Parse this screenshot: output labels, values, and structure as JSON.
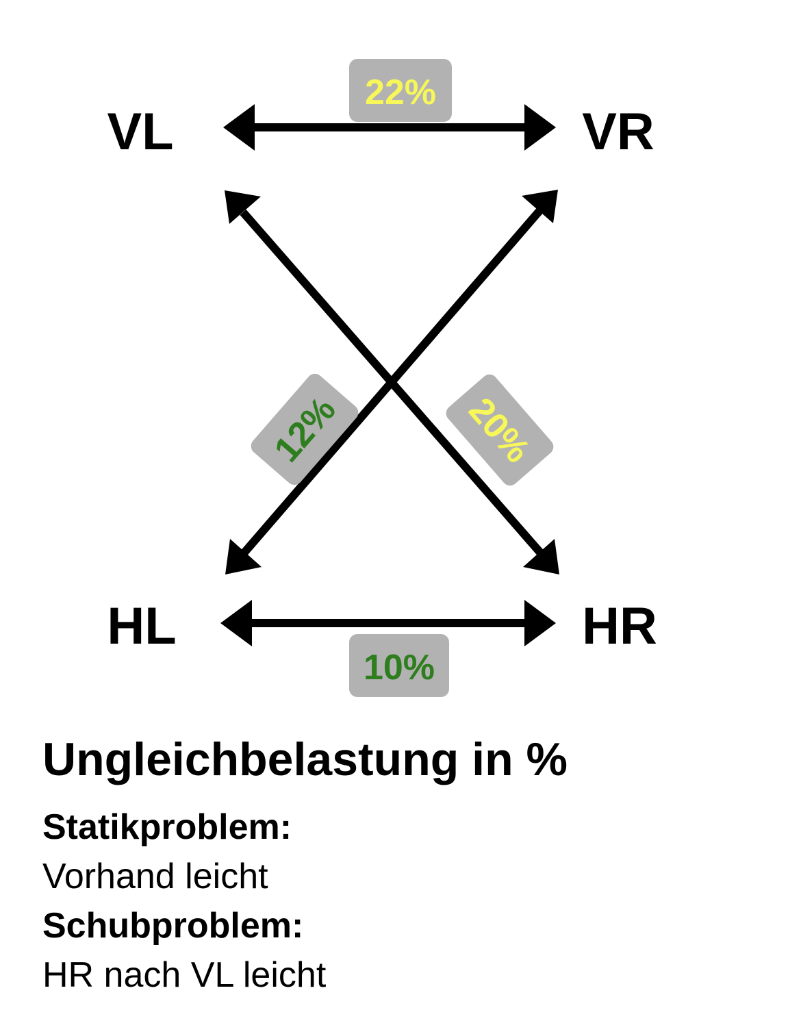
{
  "labels": {
    "front_left": "VL",
    "front_right": "VR",
    "hind_left": "HL",
    "hind_right": "HR"
  },
  "percentages": {
    "front": {
      "text": "22%",
      "color": "#f7f75a"
    },
    "hind": {
      "text": "10%",
      "color": "#2e7d1e"
    },
    "diag_hl_vr": {
      "text": "12%",
      "color": "#2e7d1e"
    },
    "diag_vl_hr": {
      "text": "20%",
      "color": "#f7f75a"
    }
  },
  "caption": {
    "title": "Ungleichbelastung in %",
    "static_heading": "Statikproblem:",
    "static_value": "Vorhand leicht",
    "push_heading": "Schubproblem:",
    "push_value": "HR nach VL leicht"
  }
}
